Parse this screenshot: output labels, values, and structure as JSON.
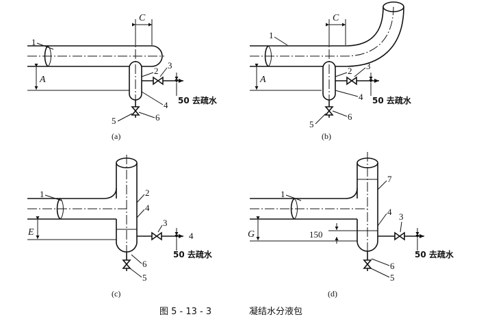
{
  "figure": {
    "caption_number": "图 5 - 13 - 3",
    "caption_title": "凝结水分液包"
  },
  "panel_a": {
    "sub_label": "(a)",
    "labels": {
      "n1": "1",
      "n2": "2",
      "n3": "3",
      "n4": "4",
      "n5": "5",
      "n6": "6"
    },
    "dim_c": "C",
    "dim_a": "A",
    "drain_text": "50 去疏水"
  },
  "panel_b": {
    "sub_label": "(b)",
    "labels": {
      "n1": "1",
      "n2": "2",
      "n3": "3",
      "n4": "4",
      "n5": "5",
      "n6": "6"
    },
    "dim_c": "C",
    "dim_a": "A",
    "drain_text": "50 去疏水"
  },
  "panel_c": {
    "sub_label": "(c)",
    "labels": {
      "n1": "1",
      "n2": "2",
      "n3": "3",
      "n4": "4",
      "n4b": "4",
      "n5": "5",
      "n6": "6"
    },
    "dim_e": "E",
    "drain_text": "50 去疏水"
  },
  "panel_d": {
    "sub_label": "(d)",
    "labels": {
      "n1": "1",
      "n3": "3",
      "n4": "4",
      "n5": "5",
      "n6": "6",
      "n7": "7"
    },
    "dim_g": "G",
    "dim_150": "150",
    "drain_text": "50 去疏水"
  }
}
